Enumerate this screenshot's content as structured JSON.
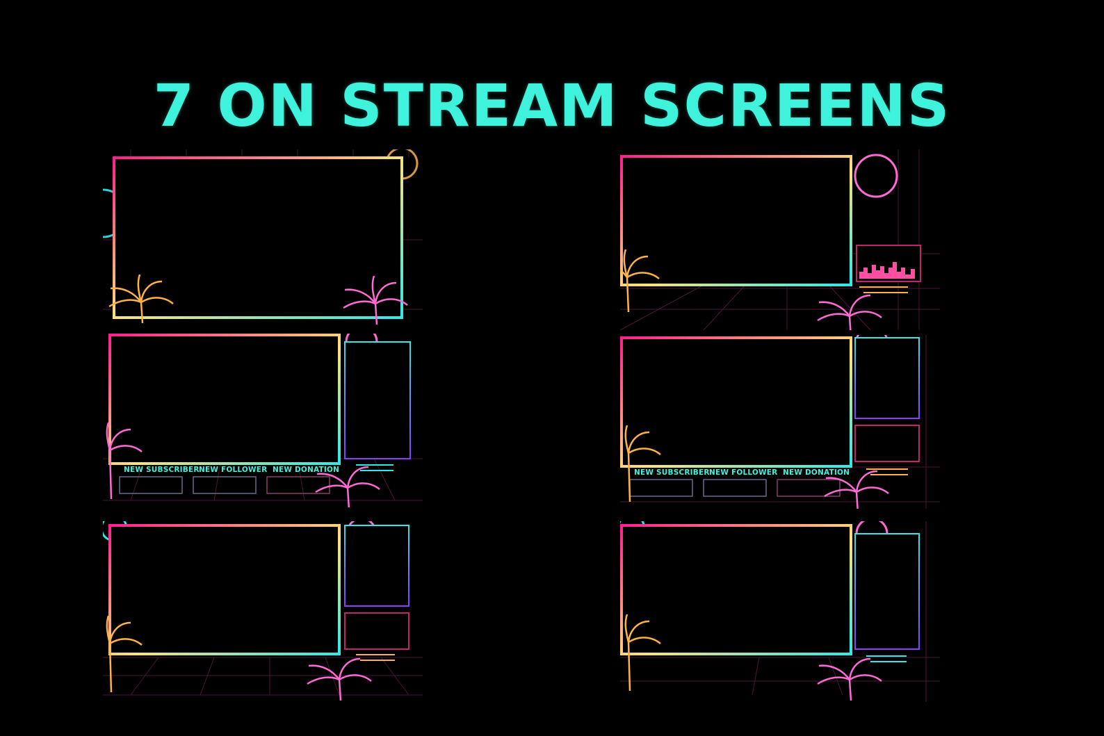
{
  "title": "7 ON STREAM SCREENS",
  "colors": {
    "background": "#000000",
    "title": "#3ff2dc",
    "pink": "#ff1f8e",
    "yellow": "#ffe27a",
    "cyan": "#2fe9e9",
    "purple": "#8a3cff",
    "grid": "#4a1838",
    "palm_orange": "#ffb347",
    "palm_pink": "#ff6ad5"
  },
  "screens": [
    {
      "id": "screen-1",
      "layout": "full-frame"
    },
    {
      "id": "screen-2",
      "layout": "frame-side-panel-skyline"
    },
    {
      "id": "screen-3",
      "layout": "frame-chat-alerts"
    },
    {
      "id": "screen-4",
      "layout": "frame-two-panels-alerts"
    },
    {
      "id": "screen-5",
      "layout": "frame-two-panels"
    },
    {
      "id": "screen-6",
      "layout": "frame-tall-panel"
    }
  ],
  "alerts": {
    "new_subscriber": "NEW SUBSCRIBER",
    "new_follower": "NEW FOLLOWER",
    "new_donation": "NEW DONATION"
  }
}
